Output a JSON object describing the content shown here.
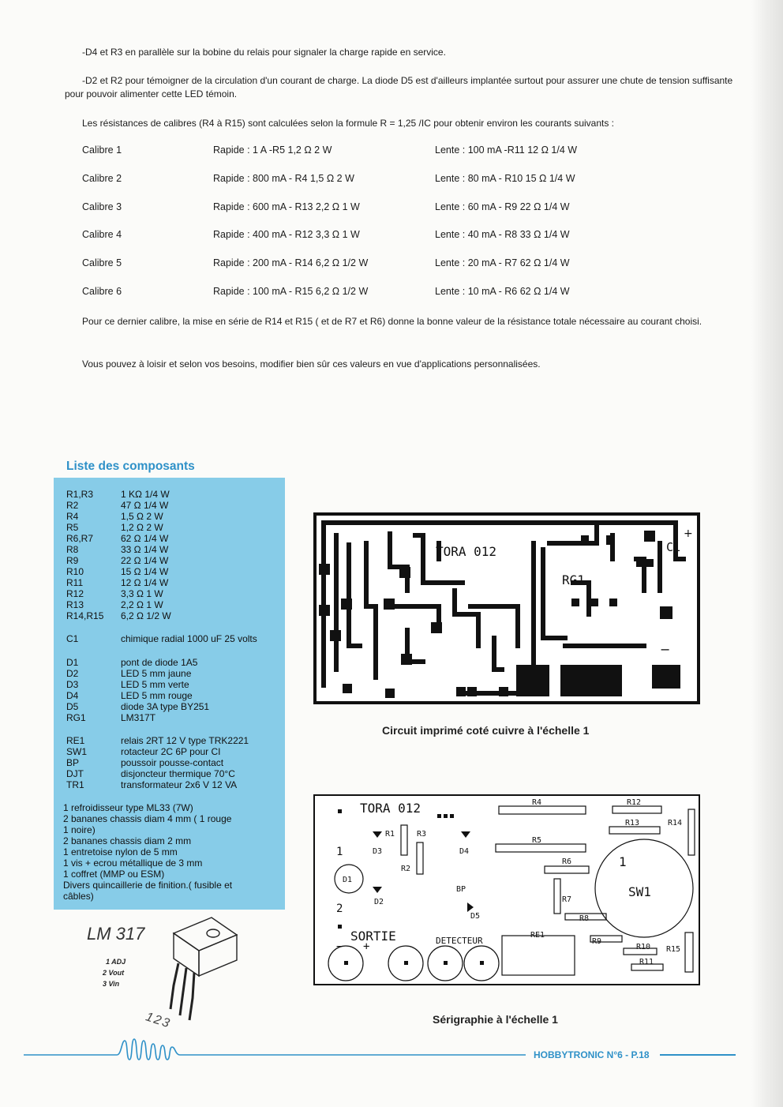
{
  "paragraphs": {
    "p1": "-D4 et R3 en parallèle sur la bobine du relais pour signaler la charge rapide en service.",
    "p2": "-D2 et R2 pour témoigner de la circulation d'un courant de charge. La diode D5 est d'ailleurs implantée surtout pour assurer une chute de tension suffisante pour pouvoir alimenter cette LED témoin.",
    "p3": "Les résistances de calibres (R4 à R15) sont calculées selon la formule R = 1,25 /IC pour obtenir environ les courants suivants :",
    "p4": "Pour ce dernier calibre, la mise en série de R14 et R15 ( et de R7 et R6) donne la bonne valeur de la résistance totale nécessaire au courant choisi.",
    "p5": "Vous pouvez à loisir et selon vos besoins, modifier bien sûr ces valeurs en vue d'applications personnalisées."
  },
  "calibres": [
    {
      "name": "Calibre 1",
      "rapide": "Rapide : 1 A -R5 1,2 Ω 2 W",
      "lente": "Lente : 100 mA -R11 12 Ω 1/4 W"
    },
    {
      "name": "Calibre 2",
      "rapide": "Rapide : 800 mA - R4 1,5 Ω 2 W",
      "lente": "Lente : 80 mA - R10 15 Ω 1/4 W"
    },
    {
      "name": "Calibre 3",
      "rapide": "Rapide : 600 mA - R13 2,2 Ω 1 W",
      "lente": "Lente : 60 mA - R9 22 Ω 1/4 W"
    },
    {
      "name": "Calibre 4",
      "rapide": "Rapide : 400 mA - R12 3,3 Ω 1 W",
      "lente": "Lente : 40 mA - R8 33 Ω 1/4 W"
    },
    {
      "name": "Calibre 5",
      "rapide": "Rapide : 200 mA - R14 6,2 Ω 1/2 W",
      "lente": "Lente : 20 mA - R7 62 Ω 1/4 W"
    },
    {
      "name": "Calibre 6",
      "rapide": "Rapide : 100 mA - R15 6,2 Ω 1/2 W",
      "lente": "Lente : 10 mA - R6 62 Ω 1/4 W"
    }
  ],
  "components": {
    "title": "Liste des composants",
    "resistors": [
      {
        "ref": "R1,R3",
        "val": "1 KΩ 1/4 W"
      },
      {
        "ref": "R2",
        "val": "47 Ω 1/4 W"
      },
      {
        "ref": "R4",
        "val": "1,5 Ω 2 W"
      },
      {
        "ref": "R5",
        "val": "1,2 Ω 2 W"
      },
      {
        "ref": "R6,R7",
        "val": "62 Ω 1/4 W"
      },
      {
        "ref": "R8",
        "val": "33 Ω 1/4 W"
      },
      {
        "ref": "R9",
        "val": "22 Ω 1/4 W"
      },
      {
        "ref": "R10",
        "val": "15 Ω 1/4 W"
      },
      {
        "ref": "R11",
        "val": "12 Ω 1/4 W"
      },
      {
        "ref": "R12",
        "val": "3,3 Ω 1 W"
      },
      {
        "ref": "R13",
        "val": "2,2 Ω 1 W"
      },
      {
        "ref": "R14,R15",
        "val": "6,2 Ω 1/2 W"
      }
    ],
    "capacitors": [
      {
        "ref": "C1",
        "val": "chimique radial 1000 uF 25 volts"
      }
    ],
    "semis": [
      {
        "ref": "D1",
        "val": "pont de diode 1A5"
      },
      {
        "ref": "D2",
        "val": "LED 5 mm jaune"
      },
      {
        "ref": "D3",
        "val": "LED 5 mm verte"
      },
      {
        "ref": "D4",
        "val": "LED 5 mm rouge"
      },
      {
        "ref": "D5",
        "val": "diode 3A type BY251"
      },
      {
        "ref": "RG1",
        "val": "LM317T"
      }
    ],
    "others": [
      {
        "ref": "RE1",
        "val": "relais 2RT 12 V type TRK2221"
      },
      {
        "ref": "SW1",
        "val": "rotacteur 2C 6P pour CI"
      },
      {
        "ref": "BP",
        "val": "poussoir pousse-contact"
      },
      {
        "ref": "DJT",
        "val": "disjoncteur thermique 70°C"
      },
      {
        "ref": "TR1",
        "val": "transformateur 2x6 V 12 VA"
      }
    ],
    "misc": [
      "1 refroidisseur type ML33 (7W)",
      "2 bananes chassis diam 4 mm ( 1 rouge",
      "1 noire)",
      "2 bananes chassis diam 2 mm",
      "1 entretoise nylon de 5 mm",
      "1 vis + ecrou métallique de 3 mm",
      "1 coffret      (MMP ou ESM)",
      "Divers quincaillerie de finition.( fusible et",
      "câbles)"
    ]
  },
  "lm317": {
    "title": "LM 317",
    "pins": [
      "1 ADJ",
      "2 Vout",
      "3 Vin"
    ],
    "pin_numbers": "123"
  },
  "pcb": {
    "label_board": "TORA 012",
    "label_reg": "RG1",
    "label_cap": "C1",
    "plus": "+",
    "minus": "−",
    "caption": "Circuit imprimé coté cuivre à l'échelle 1"
  },
  "silk": {
    "board": "TORA 012",
    "labels": {
      "r4": "R4",
      "r12": "R12",
      "r13": "R13",
      "r14": "R14",
      "r5": "R5",
      "r6": "R6",
      "r7": "R7",
      "r8": "R8",
      "r9": "R9",
      "r10": "R10",
      "r11": "R11",
      "r15": "R15",
      "r1": "R1",
      "r2": "R2",
      "r3": "R3",
      "d1": "D1",
      "d2": "D2",
      "d3": "D3",
      "d4": "D4",
      "d5": "D5",
      "bp": "BP",
      "re1": "RE1",
      "sw1": "SW1",
      "one": "1",
      "pin1": "1",
      "pin2": "2",
      "sortie": "SORTIE",
      "detecteur": "DETECTEUR",
      "plus": "+",
      "minus": "−"
    },
    "caption": "Sérigraphie à l'échelle 1"
  },
  "footer": {
    "text": "HOBBYTRONIC N°6 - P.18"
  },
  "colors": {
    "accent": "#2f91c8",
    "box": "#87cce8"
  }
}
